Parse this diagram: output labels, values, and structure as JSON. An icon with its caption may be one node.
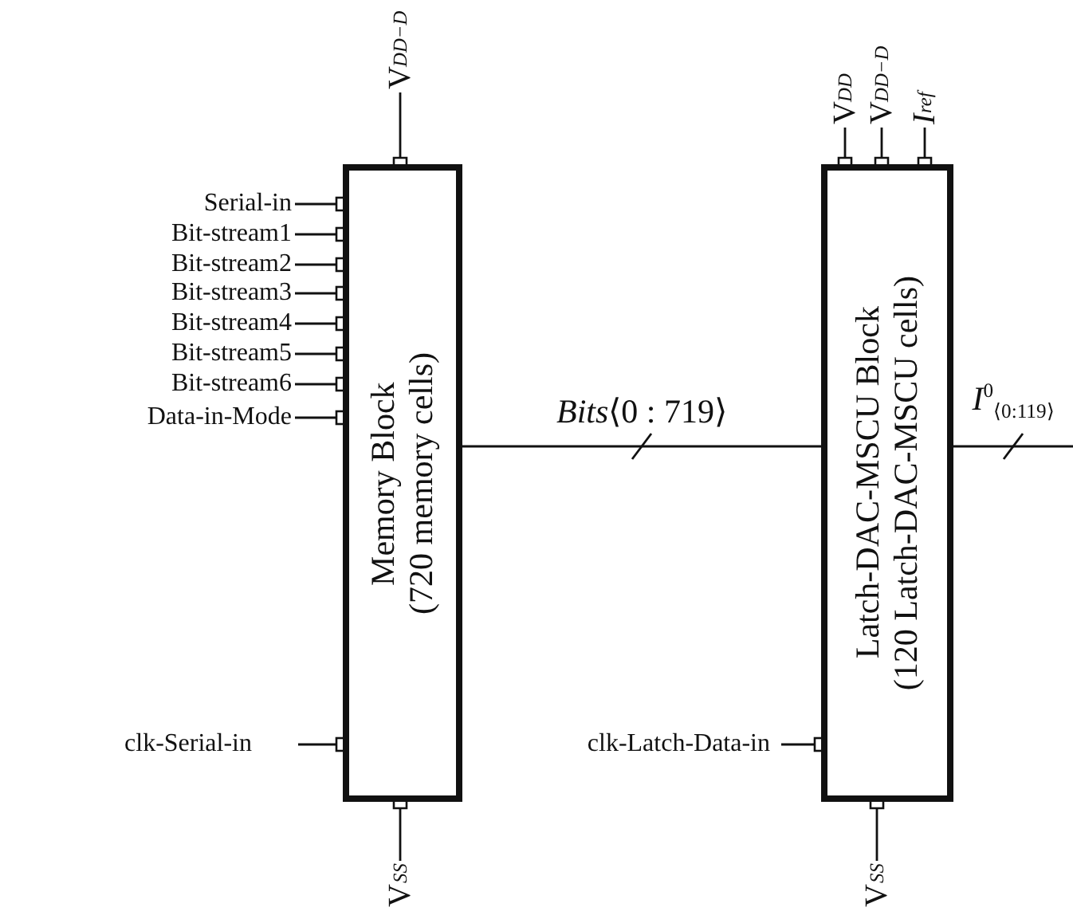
{
  "diagram": {
    "nodes": [
      {
        "text": [
          "Memory Block",
          "(720 memory cells)"
        ]
      },
      {
        "text": [
          "Latch-DAC-MSCU Block",
          "(120 Latch-DAC-MSCU cells)"
        ]
      },
      {
        "text": [
          "V$_{DD−D}$"
        ]
      },
      {
        "text": [
          "Serial-in"
        ]
      },
      {
        "text": [
          "Bit-stream1"
        ]
      },
      {
        "text": [
          "Bit-stream2"
        ]
      },
      {
        "text": [
          "Bit-stream3"
        ]
      },
      {
        "text": [
          "Bit-stream4"
        ]
      },
      {
        "text": [
          "Bit-stream5"
        ]
      },
      {
        "text": [
          "Bit-stream6"
        ]
      },
      {
        "text": [
          "Data-in-Mode"
        ]
      },
      {
        "text": [
          "clk-Serial-in"
        ]
      },
      {
        "text": [
          "V$_{SS}$"
        ]
      },
      {
        "text": [
          "V$_{DD}$"
        ]
      },
      {
        "text": [
          "V$_{DD−D}$"
        ]
      },
      {
        "text": [
          "*I*$_{ref}$"
        ]
      },
      {
        "text": [
          "clk-Latch-Data-in"
        ]
      },
      {
        "text": [
          "V$_{SS}$"
        ]
      }
    ],
    "edges": [
      {
        "from": 2,
        "to": 0,
        "arrow": "other"
      },
      {
        "from": 3,
        "to": 0,
        "arrow": "other"
      },
      {
        "from": 4,
        "to": 0,
        "arrow": "other"
      },
      {
        "from": 5,
        "to": 0,
        "arrow": "other"
      },
      {
        "from": 6,
        "to": 0,
        "arrow": "other"
      },
      {
        "from": 7,
        "to": 0,
        "arrow": "other"
      },
      {
        "from": 8,
        "to": 0,
        "arrow": "other"
      },
      {
        "from": 9,
        "to": 0,
        "arrow": "other"
      },
      {
        "from": 10,
        "to": 0,
        "arrow": "other"
      },
      {
        "from": 11,
        "to": 0,
        "arrow": "other"
      },
      {
        "from": 12,
        "to": 0,
        "arrow": "other"
      },
      {
        "from": 13,
        "to": 1,
        "arrow": "other"
      },
      {
        "from": 14,
        "to": 1,
        "arrow": "other"
      },
      {
        "from": 15,
        "to": 1,
        "arrow": "other"
      },
      {
        "from": 16,
        "to": 1,
        "arrow": "other"
      },
      {
        "from": 17,
        "to": 1,
        "arrow": "other"
      },
      {
        "from": 0,
        "to": 1,
        "arrow": "none",
        "label": "*Bits*⟨0 : 719⟩"
      },
      {
        "from": 1,
        "to": null,
        "arrow": "none",
        "label": "*I*$^{0}$$_{⟨0:119⟩}$"
      }
    ]
  }
}
